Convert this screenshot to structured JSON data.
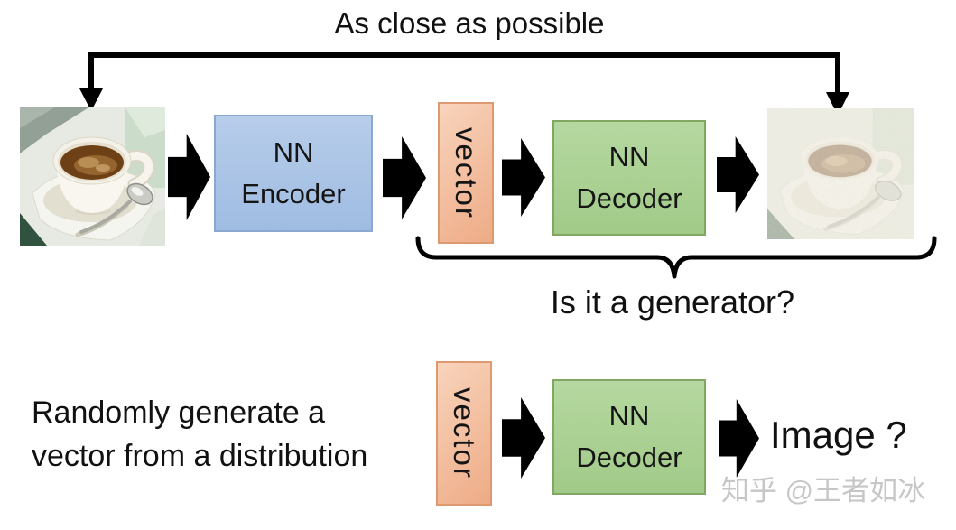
{
  "diagram": {
    "title": "As close as possible",
    "top_flow": {
      "input_image": "coffee cup photo (original)",
      "encoder_label": "NN\nEncoder",
      "vector_label": "vector",
      "decoder_label": "NN\nDecoder",
      "output_image": "noisy reconstructed coffee cup photo"
    },
    "brace_caption": "Is it a generator?",
    "bottom_flow": {
      "caption": "Randomly generate a\nvector from a distribution",
      "vector_label": "vector",
      "decoder_label": "NN\nDecoder",
      "output_label": "Image ?"
    },
    "watermark": "知乎 @王者如冰",
    "colors": {
      "encoder_fill": "#aec6e8",
      "vector_fill": "#f2b995",
      "decoder_fill": "#a9d18e",
      "arrow": "#000000",
      "text": "#111111",
      "watermark": "#c6c6c6"
    }
  }
}
